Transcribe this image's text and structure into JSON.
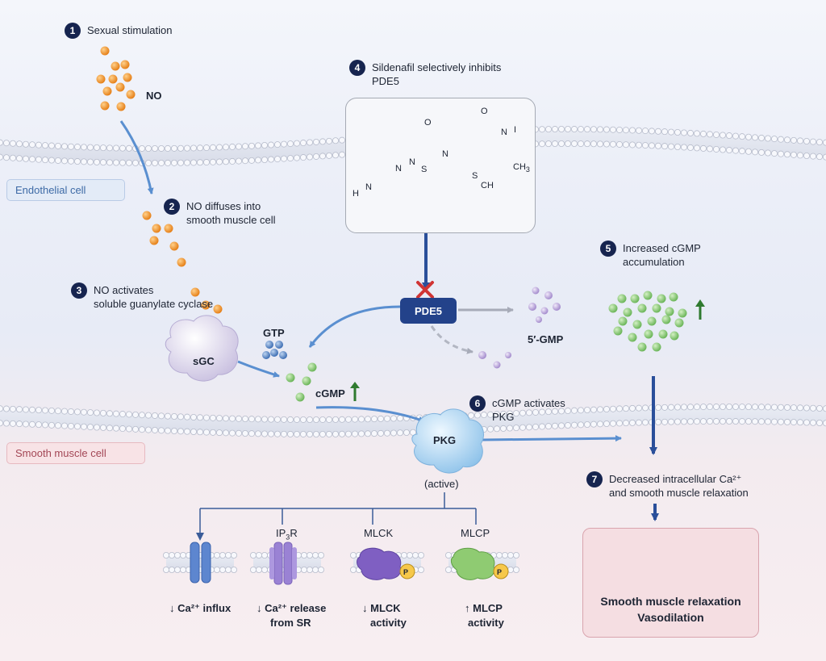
{
  "steps": [
    {
      "n": "1",
      "text": "Sexual stimulation"
    },
    {
      "n": "2",
      "text": "NO diffuses into\nsmooth muscle cell"
    },
    {
      "n": "3",
      "text": "NO activates\nsoluble guanylate cyclase"
    },
    {
      "n": "4",
      "text": "Sildenafil selectively inhibits\nPDE5"
    },
    {
      "n": "5",
      "text": "Increased cGMP\naccumulation"
    },
    {
      "n": "6",
      "text": "cGMP activates\nPKG"
    },
    {
      "n": "7",
      "text": "Decreased intracellular Ca²⁺\nand smooth muscle relaxation"
    }
  ],
  "labels": {
    "no": "NO",
    "endothelial_cell": "Endothelial cell",
    "smooth_muscle_cell": "Smooth muscle cell",
    "sgc": "sGC",
    "gtp": "GTP",
    "cgmp": "cGMP",
    "pde5": "PDE5",
    "five_gmp": "5′-GMP",
    "pkg": "PKG",
    "pkg_state": "(active)",
    "ip3r_main": "IP",
    "ip3r_sub": "3",
    "ip3r_end": "R",
    "mlck": "MLCK",
    "mlcp": "MLCP",
    "phospho": "P"
  },
  "molecule_labels": {
    "o_top": "O",
    "o_left": "O",
    "n_right": "N",
    "i": "I",
    "ch3": "CH",
    "ch3_sub": "3",
    "n_left": "N",
    "n_link": "N",
    "s_link": "S",
    "s_ring": "S",
    "ch": "CH",
    "n_pip1": "N",
    "n_pip2": "N",
    "h": "H"
  },
  "effects": {
    "ca_influx": "↓ Ca²⁺ influx",
    "ca_release_1": "↓ Ca²⁺ release",
    "ca_release_2": "from SR",
    "mlck_1": "↓ MLCK",
    "mlck_2": "activity",
    "mlcp_1": "↑ MLCP",
    "mlcp_2": "activity"
  },
  "result": {
    "line1": "Smooth muscle relaxation",
    "line2": "Vasodilation"
  },
  "colors": {
    "no_particle": "#f0952a",
    "cgmp_particle": "#7dc46a",
    "gmp_particle": "#b9a3d9",
    "gtp_particle": "#4f7fc2",
    "arrow_blue": "#5a8fd0",
    "arrow_dark": "#2a4f9a",
    "up_arrow_green": "#2f7a2f",
    "step_circle": "#16244f",
    "inhibit_x": "#d03434"
  }
}
